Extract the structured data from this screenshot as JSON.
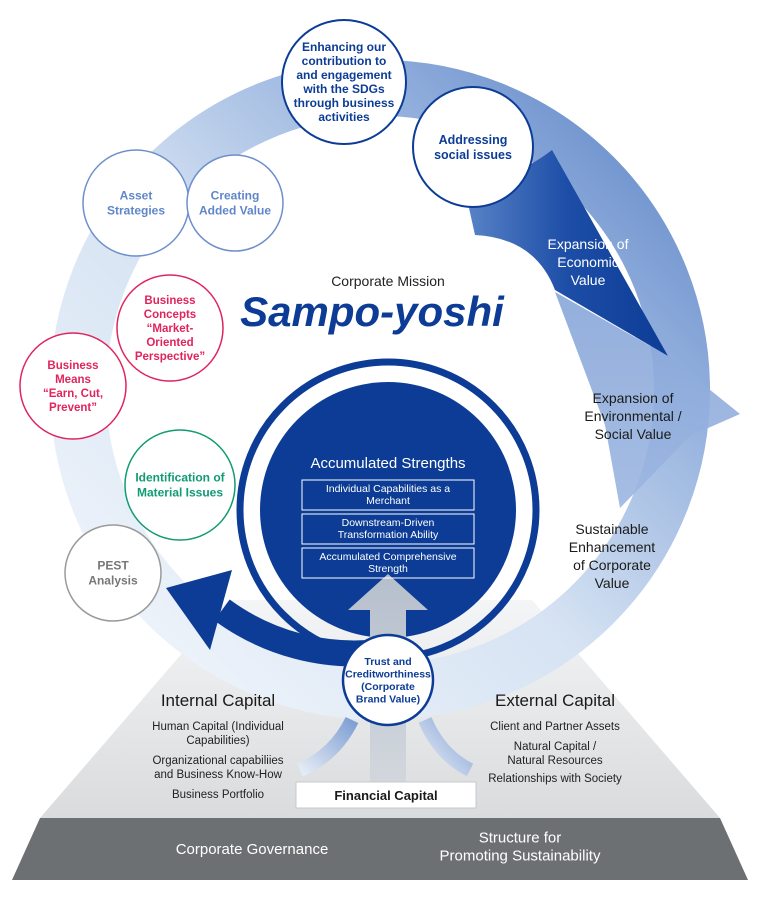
{
  "mission": {
    "label": "Corporate Mission",
    "title": "Sampo-yoshi"
  },
  "circles": {
    "sdgs": [
      "Enhancing our",
      "contribution to",
      "and engagement",
      "with the SDGs",
      "through business",
      "activities"
    ],
    "social": [
      "Addressing",
      "social issues"
    ],
    "asset": [
      "Asset",
      "Strategies"
    ],
    "added": [
      "Creating",
      "Added Value"
    ],
    "concepts": [
      "Business",
      "Concepts",
      "“Market-",
      "Oriented",
      "Perspective”"
    ],
    "means": [
      "Business",
      "Means",
      "“Earn, Cut,",
      "Prevent”"
    ],
    "material": [
      "Identification of",
      "Material Issues"
    ],
    "pest": [
      "PEST",
      "Analysis"
    ],
    "trust": [
      "Trust and",
      "Creditworthiness",
      "(Corporate",
      "Brand Value)"
    ]
  },
  "arrow_labels": {
    "economic": [
      "Expansion of",
      "Economic",
      "Value"
    ],
    "environmental": [
      "Expansion of",
      "Environmental /",
      "Social Value"
    ],
    "sustainable": [
      "Sustainable",
      "Enhancement",
      "of Corporate",
      "Value"
    ]
  },
  "strengths": {
    "title": "Accumulated Strengths",
    "items": [
      [
        "Individual Capabilities as a",
        "Merchant"
      ],
      [
        "Downstream-Driven",
        "Transformation Ability"
      ],
      [
        "Accumulated Comprehensive",
        "Strength"
      ]
    ]
  },
  "internal": {
    "title": "Internal Capital",
    "items": [
      "Human Capital (Individual",
      "Capabilities)",
      "Organizational capabiliies",
      "and Business Know-How",
      "Business Portfolio"
    ]
  },
  "external": {
    "title": "External Capital",
    "items": [
      "Client and Partner Assets",
      "Natural Capital /",
      "Natural Resources",
      "Relationships with Society"
    ]
  },
  "financial": "Financial Capital",
  "base": {
    "governance": "Corporate Governance",
    "structure": [
      "Structure for",
      "Promoting Sustainability"
    ]
  },
  "colors": {
    "navy": "#0c3c96",
    "blue_mid": "#5f86c8",
    "ring_light": "#dde8f5",
    "pink": "#e0245e",
    "green": "#109b72",
    "gray_text": "#777777",
    "base_gray": "#6d7073"
  }
}
